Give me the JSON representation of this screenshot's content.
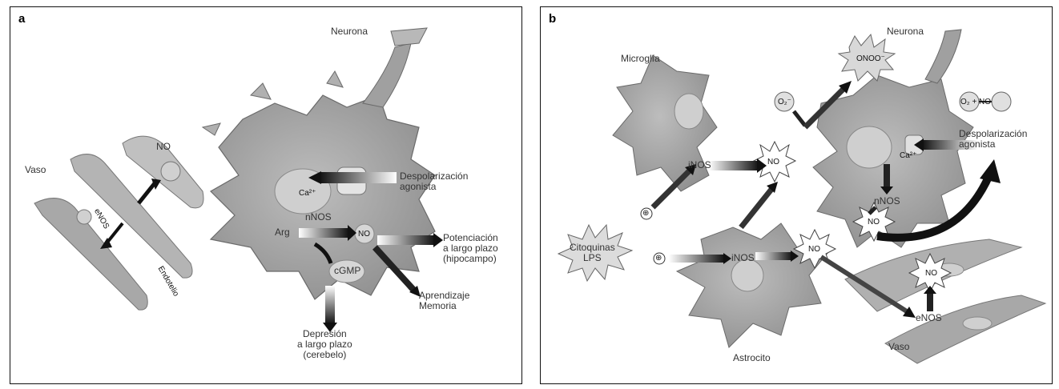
{
  "panel_a": {
    "letter": "a",
    "labels": {
      "neurona": "Neurona",
      "vaso": "Vaso",
      "no_top": "NO",
      "enos_vaso": "eNOS",
      "endotelio": "Endotelio",
      "ca": "Ca²⁺",
      "despolarizacion": "Despolarización\nagonista",
      "nnos": "nNOS",
      "arg": "Arg",
      "no_neuron": "NO",
      "cgmp": "cGMP",
      "potenciacion": "Potenciación\na largo plazo\n(hipocampo)",
      "aprendizaje": "Aprendizaje\nMemoria",
      "depresion": "Depresión\na largo plazo\n(cerebelo)"
    }
  },
  "panel_b": {
    "letter": "b",
    "labels": {
      "neurona": "Neurona",
      "microglia": "Microglía",
      "onoo": "ONOO⁻",
      "o2_symbol": "O₂⁻",
      "o2_no": "O₂ + NO",
      "inos_micro": "iNOS",
      "no_micro": "NO",
      "despolarizacion": "Despolarización\nagonista",
      "ca": "Ca²⁺",
      "nnos": "nNOS",
      "no_neuron": "NO",
      "citoquinas": "Citoquinas\nLPS",
      "plus_micro": "⊕",
      "plus_astro": "⊕",
      "inos_astro": "iNOS",
      "no_astro": "NO",
      "no_vaso": "NO",
      "enos": "eNOS",
      "vaso": "Vaso",
      "astrocito": "Astrocito"
    }
  },
  "colors": {
    "cell": "#9a9a9a",
    "cell_light": "#c8c8c8",
    "arrow": "#111111",
    "frame": "#111111"
  }
}
